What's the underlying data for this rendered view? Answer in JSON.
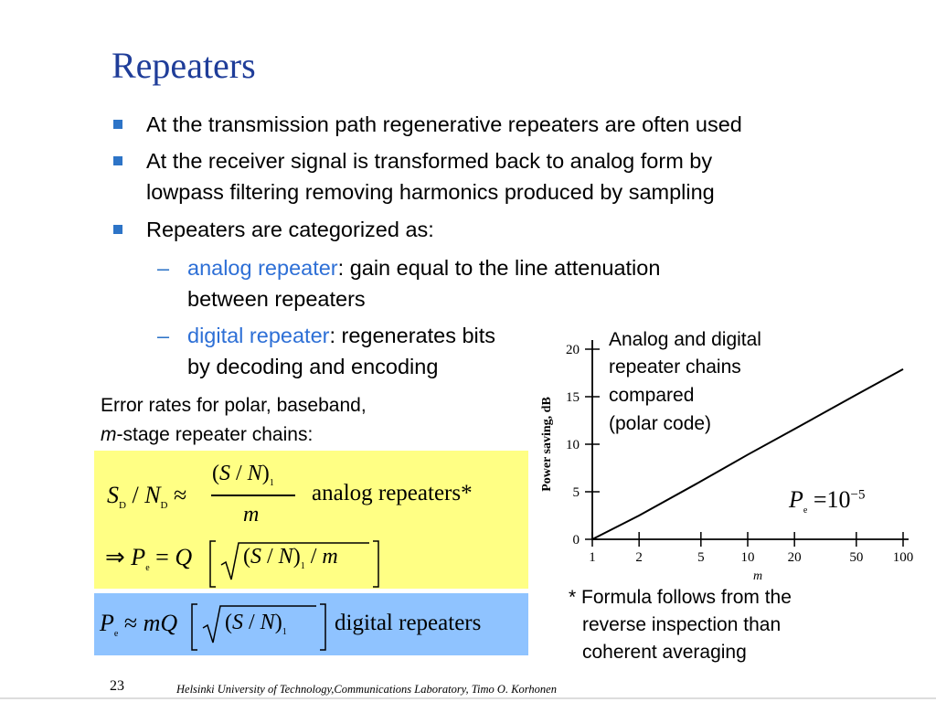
{
  "slide": {
    "title": "Repeaters",
    "bullets": [
      "At the transmission path regenerative repeaters are often used",
      "At the receiver signal is transformed back to analog form by",
      "lowpass filtering removing harmonics produced by sampling",
      "Repeaters are categorized as:"
    ],
    "sub_items": [
      {
        "term": "analog repeater",
        "text": ": gain equal to the line attenuation",
        "cont": "between repeaters"
      },
      {
        "term": "digital repeater",
        "text": ": regenerates bits",
        "cont": "by decoding and encoding"
      }
    ],
    "error_rates": {
      "line1": "Error rates for polar, baseband,",
      "m": "m",
      "line2": "-stage repeater chains:"
    },
    "formulas": {
      "analog_label": "analog repeaters*",
      "digital_label": "digital repeaters",
      "approx": "≈",
      "implies": "⇒",
      "S": "S",
      "N": "N",
      "D": "D",
      "m": "m",
      "P": "P",
      "e": "e",
      "Q": "Q",
      "mQ": "mQ",
      "one": "1",
      "slash": "/",
      "eq": "=",
      "lparen": "(",
      "rparen": ")"
    },
    "graph_caption": [
      "Analog and digital",
      "repeater chains",
      "compared",
      "(polar code)"
    ],
    "pe_label": {
      "P": "P",
      "e": "e",
      "eq": "=",
      "base": "10",
      "exp": "−5"
    },
    "footnote": [
      "* Formula follows from the",
      "reverse inspection than",
      "coherent averaging"
    ],
    "page_number": "23",
    "footer": "Helsinki University of Technology,Communications Laboratory, Timo O. Korhonen"
  },
  "chart_data": {
    "type": "line",
    "xlabel": "m",
    "ylabel": "Power saving, dB",
    "x_scale": "log",
    "x_ticks": [
      "1",
      "2",
      "5",
      "10",
      "20",
      "50",
      "100"
    ],
    "y_ticks": [
      "0",
      "5",
      "10",
      "15",
      "20"
    ],
    "xlim": [
      1,
      100
    ],
    "ylim": [
      0,
      20
    ],
    "series": [
      {
        "x": [
          1,
          2,
          5,
          10,
          20,
          50,
          100
        ],
        "y": [
          0,
          2.5,
          6.1,
          8.9,
          11.6,
          15.2,
          17.9
        ]
      }
    ]
  }
}
